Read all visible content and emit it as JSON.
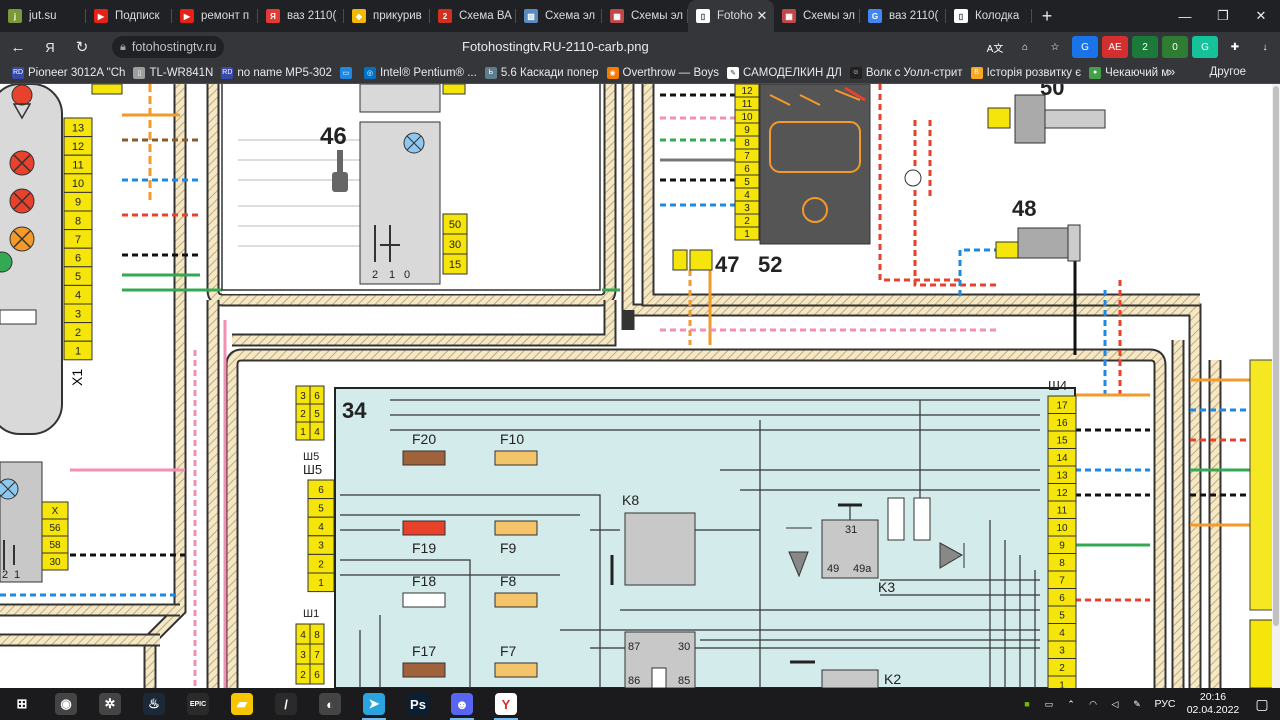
{
  "tabs": [
    {
      "title": "jut.su",
      "color": "#7a9a3a",
      "glyph": "j"
    },
    {
      "title": "Подписк",
      "color": "#e62117",
      "glyph": "▶"
    },
    {
      "title": "ремонт п",
      "color": "#e62117",
      "glyph": "▶"
    },
    {
      "title": "ваз 2110(",
      "color": "#e53935",
      "glyph": "Я"
    },
    {
      "title": "прикурив",
      "color": "#f5b800",
      "glyph": "◆"
    },
    {
      "title": "Схема ВА",
      "color": "#d03020",
      "glyph": "2"
    },
    {
      "title": "Схема эл",
      "color": "#5a8ac0",
      "glyph": "▧"
    },
    {
      "title": "Схемы эл",
      "color": "#c04848",
      "glyph": "▦"
    },
    {
      "title": "Fotoho",
      "color": "#ffffff",
      "glyph": "▯",
      "active": true
    },
    {
      "title": "Схемы эл",
      "color": "#c04848",
      "glyph": "▦"
    },
    {
      "title": "ваз 2110(",
      "color": "#4285f4",
      "glyph": "G"
    },
    {
      "title": "Колодка",
      "color": "#ffffff",
      "glyph": "▯"
    }
  ],
  "window_controls": {
    "minimize": "—",
    "restore": "❐",
    "close": "✕"
  },
  "toolbar": {
    "back": "←",
    "profile": "Я",
    "reload": "↻",
    "site": "fotohostingtv.ru",
    "page_title": "Fotohostingtv.RU-2110-carb.png"
  },
  "extensions": [
    {
      "name": "translate-icon",
      "label": "A文",
      "color": "#35363a"
    },
    {
      "name": "bookmark-manager-icon",
      "label": "⌂",
      "color": "#35363a"
    },
    {
      "name": "bookmark-star-icon",
      "label": "☆",
      "color": "#35363a"
    },
    {
      "name": "google-translate-ext-icon",
      "label": "G",
      "color": "#1a73e8"
    },
    {
      "name": "adblock-ext-icon",
      "label": "AE",
      "color": "#d32f2f"
    },
    {
      "name": "vpn-ext-icon",
      "label": "2",
      "color": "#1b7a3a"
    },
    {
      "name": "shield-ext-icon",
      "label": "0",
      "color": "#2e7d32"
    },
    {
      "name": "grammarly-ext-icon",
      "label": "G",
      "color": "#15c39a"
    },
    {
      "name": "puzzle-icon",
      "label": "✚",
      "color": "#35363a"
    },
    {
      "name": "download-icon",
      "label": "↓",
      "color": "#35363a"
    }
  ],
  "bookmarks": [
    {
      "label": "Pioneer 3012A \"Ch",
      "color": "#3949ab",
      "glyph": "RD"
    },
    {
      "label": "TL-WR841N",
      "color": "#9e9e9e",
      "glyph": "▯"
    },
    {
      "label": "no name MP5-302",
      "color": "#3949ab",
      "glyph": "RD"
    },
    {
      "label": "",
      "color": "#1e88e5",
      "glyph": "▭"
    },
    {
      "label": "Intel® Pentium® ...",
      "color": "#0071c5",
      "glyph": "◎"
    },
    {
      "label": "5.6 Каскади попер",
      "color": "#607d8b",
      "glyph": "Ь"
    },
    {
      "label": "Overthrow — Boys",
      "color": "#f57c00",
      "glyph": "◉"
    },
    {
      "label": "САМОДЕЛКИН ДЛ",
      "color": "#ffffff",
      "glyph": "✎"
    },
    {
      "label": "Волк с Уолл-стрит",
      "color": "#212121",
      "glyph": "☺"
    },
    {
      "label": "Історія розвитку є",
      "color": "#f9a825",
      "glyph": "В"
    },
    {
      "label": "Чекаючий м",
      "color": "#43a047",
      "glyph": "●"
    }
  ],
  "bookmarks_more": "»",
  "bookmarks_other": "Другое",
  "diagram": {
    "labels": {
      "b46": "46",
      "b48": "48",
      "b47": "47",
      "b52": "52",
      "b50": "50",
      "b34": "34",
      "x1": "X1",
      "sh5a": "Ш5",
      "sh5b": "Ш5",
      "sh1": "Ш1",
      "sh4": "Ш4",
      "k8": "K8",
      "k3": "K3",
      "k2": "K2",
      "f20": "F20",
      "f10": "F10",
      "f19": "F19",
      "f9": "F9",
      "f18": "F18",
      "f8": "F8",
      "f17": "F17",
      "f7": "F7",
      "r31": "31",
      "r49": "49",
      "r49a": "49a",
      "r87": "87",
      "r30": "30",
      "r86": "86",
      "r85": "85",
      "sw2": "2",
      "sw1": "1",
      "sw0": "0",
      "sw2b": "2",
      "sw1b": "1"
    },
    "x1_pins": [
      "13",
      "12",
      "11",
      "10",
      "9",
      "8",
      "7",
      "6",
      "5",
      "4",
      "3",
      "2",
      "1"
    ],
    "sw46_pins": [
      "50",
      "30",
      "15"
    ],
    "sw_left_pins": [
      "X",
      "56",
      "58",
      "30"
    ],
    "sh5_pins": [
      "6",
      "5",
      "4",
      "3",
      "2",
      "1"
    ],
    "sh5_top_pins": [
      "3",
      "6",
      "2",
      "5",
      "1",
      "4"
    ],
    "sh1_pins": [
      "4",
      "8",
      "3",
      "7",
      "2",
      "6"
    ],
    "sh4_pins": [
      "17",
      "16",
      "15",
      "14",
      "13",
      "12",
      "11",
      "10",
      "9",
      "8",
      "7",
      "6",
      "5",
      "4",
      "3",
      "2",
      "1"
    ],
    "b52_pins": [
      "12",
      "11",
      "10",
      "9",
      "8",
      "7",
      "6",
      "5",
      "4",
      "3",
      "2",
      "1"
    ]
  },
  "taskbar": {
    "apps": [
      {
        "name": "start-button",
        "glyph": "⊞",
        "color": "transparent"
      },
      {
        "name": "taskbar-app-1",
        "glyph": "◉",
        "color": "#444"
      },
      {
        "name": "taskbar-app-2",
        "glyph": "✲",
        "color": "#444"
      },
      {
        "name": "taskbar-steam",
        "glyph": "♨",
        "color": "#1b2838"
      },
      {
        "name": "taskbar-epic",
        "glyph": "EPIC",
        "color": "#2a2a2a"
      },
      {
        "name": "taskbar-notes",
        "glyph": "▰",
        "color": "#f7c600"
      },
      {
        "name": "taskbar-pen",
        "glyph": "/",
        "color": "#2a2a2a"
      },
      {
        "name": "taskbar-app-8",
        "glyph": "◐",
        "color": "#444"
      },
      {
        "name": "taskbar-telegram",
        "glyph": "➤",
        "color": "#2aa3df"
      },
      {
        "name": "taskbar-photoshop",
        "glyph": "Ps",
        "color": "#0b1f33"
      },
      {
        "name": "taskbar-discord",
        "glyph": "☻",
        "color": "#5865f2"
      },
      {
        "name": "taskbar-yandex",
        "glyph": "Y",
        "color": "#ffffff"
      }
    ],
    "lang": "РУС",
    "time": "20:16",
    "date": "02.04.2022"
  }
}
